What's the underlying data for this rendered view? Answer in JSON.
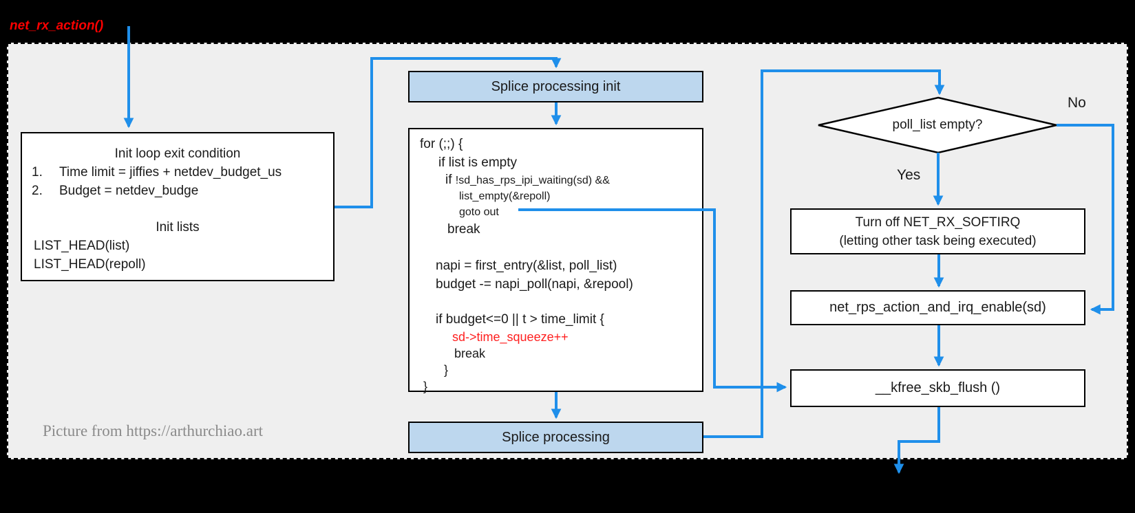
{
  "title": "net_rx_action()",
  "watermark": "Picture from https://arthurchiao.art",
  "colors": {
    "line_blue": "#1f8fea",
    "header_fill": "#BDD7EE",
    "box_border": "#000000",
    "panel_bg": "#efefef",
    "red_text": "#ff1f1f",
    "title_red": "#fa0000",
    "watermark_gray": "#8a8a8a"
  },
  "left_box": {
    "heading": "Init loop exit condition",
    "items": [
      {
        "num": "1.",
        "text": "Time limit = jiffies + netdev_budget_us"
      },
      {
        "num": "2.",
        "text": "Budget = netdev_budge"
      }
    ],
    "subheading": "Init lists",
    "lines": [
      "LIST_HEAD(list)",
      "LIST_HEAD(repoll)"
    ]
  },
  "boxes": {
    "splice_init": "Splice processing init",
    "splice_processing": "Splice processing",
    "turn_off_line1": "Turn off NET_RX_SOFTIRQ",
    "turn_off_line2": "(letting other task being executed)",
    "net_rps": "net_rps_action_and_irq_enable(sd)",
    "kfree": "__kfree_skb_flush ()"
  },
  "diamond": {
    "label": "poll_list empty?",
    "yes": "Yes",
    "no": "No"
  },
  "code_box": {
    "lines": [
      {
        "text": "for (;;) {"
      },
      {
        "text": "if list is empty"
      },
      {
        "prefix": "if ",
        "text": "!sd_has_rps_ipi_waiting(sd) &&"
      },
      {
        "text": "list_empty(&repoll)"
      },
      {
        "text": "goto out"
      },
      {
        "text": "break"
      },
      {
        "text": "napi = first_entry(&list, poll_list)"
      },
      {
        "text": "budget -= napi_poll(napi, &repool)"
      },
      {
        "text": "if budget<=0 || t > time_limit {"
      },
      {
        "text": "sd->time_squeeze++"
      },
      {
        "text": "break"
      },
      {
        "text": "}"
      },
      {
        "text": "}"
      }
    ]
  }
}
